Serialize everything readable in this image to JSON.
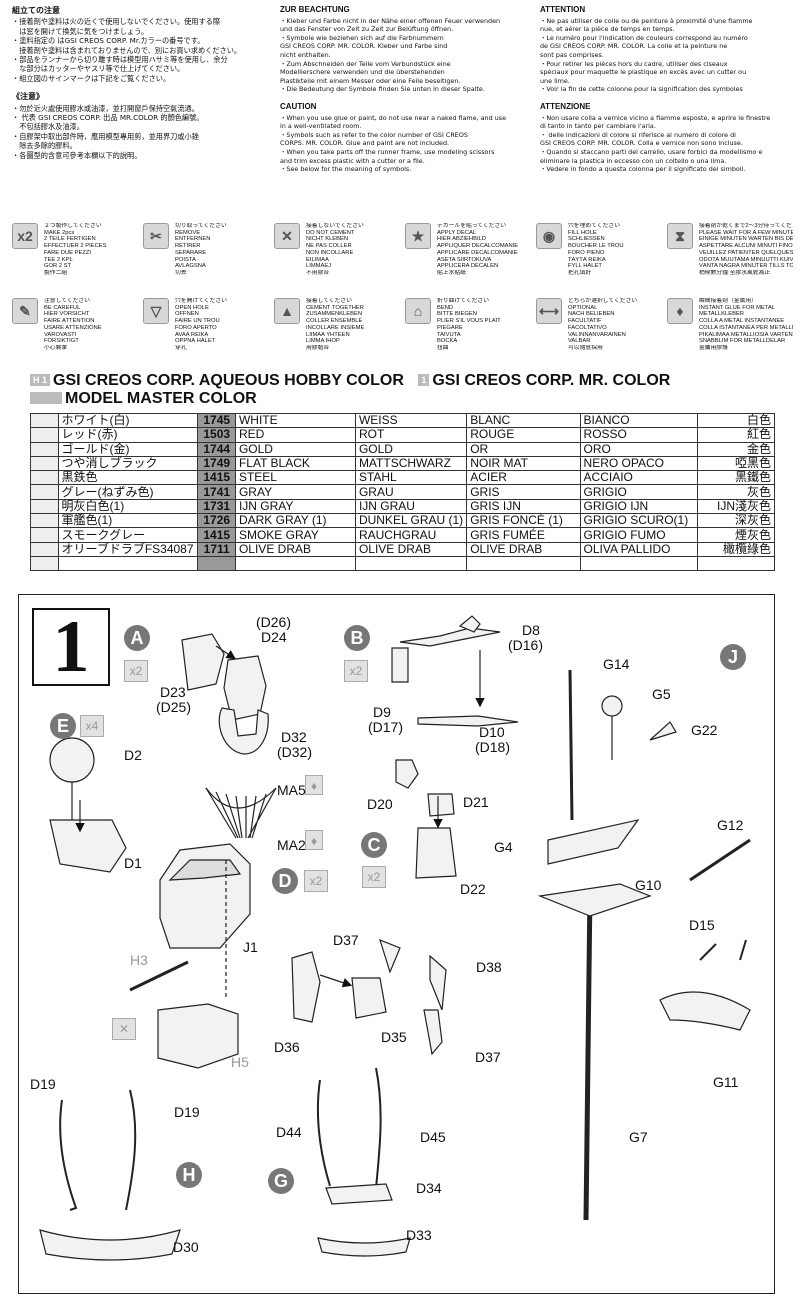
{
  "notes": {
    "japanese": {
      "title": "組立ての注意",
      "lines": [
        "・接着剤や塗料は火の近くで使用しないでください。使用する際",
        "　は窓を開けて換気に気をつけましょう。",
        "・塗料指定の  はGSI CREOS CORP. Mr.カラーの番号です。",
        "　接着剤や塗料は含まれておりませんので、別にお買い求めください。",
        "・部品をランナーから切り離す時は模型用ハサミ等を使用し、余分",
        "　な部分はカッターやヤスリ等で仕上げてください。",
        "・組立図のサインマークは下記をご覧ください。"
      ]
    },
    "chinese": {
      "title": "《注意》",
      "lines": [
        "・勿於近火處使用膠水或油漆，並打開窗戶保持空氣流通。",
        "・  代表 GSI CREOS CORP. 出品 MR.COLOR 的顏色編號。",
        "　不包括膠水及油漆。",
        "・自膠架中取出部件時，應用模型專用剪，並用界刀或小銼",
        "　除去多餘的膠料。",
        "・各圖型的含意可參考本欄以下的說明。"
      ]
    },
    "german": {
      "title": "ZUR BEACHTUNG",
      "lines": [
        "・Kleber und Farbe nicht in der Nähe einer offenen Feuer verwenden",
        "  und das Fenster von Zeit zu Zeit zur Belüftung öffnen.",
        "・Symbole wie  beziehen sich auf die Farbnummern",
        "  GSI CREOS CORP. MR. COLOR. Kleber und Farbe sind",
        "  nicht enthalten.",
        "・Zum Abschneiden der Teile vom Verbundstück eine",
        "  Modellierschere verwenden und die überstehenden",
        "  Plastikteile mit einem Messer oder eine Feile beseitigen.",
        "・Die Bedeutung der Symbole finden Sie unten in dieser Spalte."
      ]
    },
    "english": {
      "title": "CAUTION",
      "lines": [
        "・When you use glue or paint, do not use near a naked flame, and use",
        "  in a well-ventilated room.",
        "・Symbols such as  refer to the color number of GSI CREOS",
        "  CORPS. MR. COLOR. Glue and paint are not included.",
        "・When you take parts off the runner frame, use modeling scissors",
        "  and trim excess plastic with a cutter or a file.",
        "・See below for the meaning of symbols."
      ]
    },
    "french": {
      "title": "ATTENTION",
      "lines": [
        "・Ne pas utiliser de colle ou de peinture à proximité d'une flamme",
        "  nue, et aérer la pièce de temps en temps.",
        "・Le numéro  pour l'indication de couleurs correspond au numéro",
        "  de GSI CREOS CORP. MR. COLOR. La colle et la peinture ne",
        "  sont pas comprises.",
        "・Pour retirer les pièces hors du cadre, utiliser des ciseaux",
        "  spéciaux pour maquette le plastique en excès avec un cutter ou",
        "  une lime.",
        "・Voir la fin de cette colonne pour la signification des symboles"
      ]
    },
    "italian": {
      "title": "ATTENZIONE",
      "lines": [
        "・Non usare colla a vernice vicino a fiamme esposte, e aprire le finestre",
        "  di tanto in tanto per cambiare l'aria.",
        "・  delle indicazioni di colore si riferisce al numero di colore di",
        "  GSI CREOS CORP. MR. COLOR. Colla e vernice non sono incluse.",
        "・Quando si staccano parti del carrello, usare forbici da modellismo e",
        "  eliminare la plastica in eccesso con un coltello o una lima.",
        "・Vedere in fondo a questa colonna per il significato dei simboli."
      ]
    }
  },
  "symbols": [
    {
      "icon": "x2",
      "lines": [
        "２つ製作してください",
        "MAKE 2pcs",
        "2 TEILE FERTIGEN",
        "EFFECTUER 2 PIECES",
        "FARE DUE PEZZI",
        "TEE 2 KPL",
        "GÖR 2 ST",
        "製作二組"
      ]
    },
    {
      "icon": "✂",
      "lines": [
        "切り取ってください",
        "REMOVE",
        "ENTFERNEN",
        "RETIRER",
        "SEPARARE",
        "POISTA",
        "AVLÄGSNA",
        "切去"
      ]
    },
    {
      "icon": "✕",
      "lines": [
        "接着しないでください",
        "DO NOT CEMENT",
        "NICHT KLEBEN",
        "NE PAS COLLER",
        "NON INCOLLARE",
        "EILIMAA",
        "LIMMAEJ",
        "不用膠合"
      ]
    },
    {
      "icon": "★",
      "lines": [
        "デカールを貼ってください",
        "APPLY DECAL",
        "HIER ABZIEHBILD",
        "APPLIQUER DECALCOMANIE",
        "APPLICARE DECALCOMANIE",
        "ASETA SIIRTOKUVA",
        "APPLICERA DECALEN",
        "貼上水貼紙"
      ]
    },
    {
      "icon": "◉",
      "lines": [
        "穴を埋めてください",
        "FILL HOLE",
        "SCHLIESSEN",
        "BOUCHER LE TROU",
        "FORO PIENO",
        "TÄYTÄ REIKÄ",
        "FYLL HÅLET",
        "把孔填好"
      ]
    },
    {
      "icon": "⧗",
      "lines": [
        "接着剤が乾くまで2〜3分待ってください",
        "PLEASE WAIT FOR A FEW MINUTES UNTIL DRY",
        "EINIGE MINUTEN WARTEN BIS DER KLEBSTOFF GETROCKNET IST",
        "ASPETTARE ALCUNI MINUTI FINO A QUANDO LA COLLA SI E ASCIUGATA",
        "VEUILLEZ PATIENTER QUELQUES MINUTES QUE LA COLLE SECHE",
        "ODOTA MUUTAMA MINUUTTI KUIVUMISTA",
        "VÄNTA NÅGRA MINUTER TILLS TORR",
        "稍候數分鐘 至膠水風乾為止"
      ]
    },
    {
      "icon": "✎",
      "lines": [
        "注意してください",
        "BE CAREFUL",
        "HIER VORSICHT",
        "FAIRE ATTENTION",
        "USARE ATTENZIONE",
        "VAROVASTI",
        "FÖRSIKTIGT",
        "小心裝拿"
      ]
    },
    {
      "icon": "▽",
      "lines": [
        "穴を開けてください",
        "OPEN HOLE",
        "OFFNEN",
        "FAIRE UN TROU",
        "FORO APERTO",
        "AVAA REIKÄ",
        "ÖPPNA HÅLET",
        "穿孔"
      ]
    },
    {
      "icon": "▲",
      "lines": [
        "接着してください",
        "CEMENT TOGETHER",
        "ZUSAMMENKLEBEN",
        "COLLER ENSEMBLE",
        "INCOLLARE INSIEME",
        "LIIMAA YHTEEN",
        "LIMMA IHOP",
        "用膠黏合"
      ]
    },
    {
      "icon": "⌂",
      "lines": [
        "折り曲げてください",
        "BEND",
        "BITTE BIEGEN",
        "PLIER S'IL VOUS PLAIT",
        "PIEGARE",
        "TAIVUTA",
        "BÖCKA",
        "扭曲"
      ]
    },
    {
      "icon": "⟷",
      "lines": [
        "どちらか選択してください",
        "OPTIONAL",
        "NACH BELIEBEN",
        "FACULTATIF",
        "FACOLTATIVO",
        "VALINNANVARAINEN",
        "VALBAR",
        "可以隨意採用"
      ]
    },
    {
      "icon": "♦",
      "lines": [
        "瞬間接着剤（金属用）",
        "INSTANT GLUE FOR METAL",
        "METALLKLEBER",
        "COLLA A METAL INSTANTANEE",
        "COLLA ISTANTANEA PER METALLI",
        "PIKALIMAA METALLIOSIA VARTEN",
        "SNABBLIM FÖR METALLDELAR",
        "金屬用膠漿"
      ]
    }
  ],
  "color_header": {
    "h_tag": "H 1",
    "h_title": "GSI CREOS CORP. AQUEOUS HOBBY COLOR",
    "c_tag": "1",
    "c_title": "GSI CREOS CORP. MR. COLOR",
    "m_title": "MODEL MASTER COLOR"
  },
  "colors": [
    {
      "jp": "ホワイト(白)",
      "num": "1745",
      "en": "WHITE",
      "de": "WEISS",
      "fr": "BLANC",
      "it": "BIANCO",
      "ch": "白色"
    },
    {
      "jp": "レッド(赤)",
      "num": "1503",
      "en": "RED",
      "de": "ROT",
      "fr": "ROUGE",
      "it": "ROSSO",
      "ch": "紅色"
    },
    {
      "jp": "ゴールド(金)",
      "num": "1744",
      "en": "GOLD",
      "de": "GOLD",
      "fr": "OR",
      "it": "ORO",
      "ch": "金色"
    },
    {
      "jp": "つや消しブラック",
      "num": "1749",
      "en": "FLAT BLACK",
      "de": "MATTSCHWARZ",
      "fr": "NOIR MAT",
      "it": "NERO OPACO",
      "ch": "啞黑色"
    },
    {
      "jp": "黒鉄色",
      "num": "1415",
      "en": "STEEL",
      "de": "STAHL",
      "fr": "ACIER",
      "it": "ACCIAIO",
      "ch": "黑鐵色"
    },
    {
      "jp": "グレー(ねずみ色)",
      "num": "1741",
      "en": "GRAY",
      "de": "GRAU",
      "fr": "GRIS",
      "it": "GRIGIO",
      "ch": "灰色"
    },
    {
      "jp": "明灰白色(1)",
      "num": "1731",
      "en": "IJN GRAY",
      "de": "IJN GRAU",
      "fr": "GRIS IJN",
      "it": "GRIGIO IJN",
      "ch": "IJN淺灰色"
    },
    {
      "jp": "軍艦色(1)",
      "num": "1726",
      "en": "DARK GRAY (1)",
      "de": "DUNKEL GRAU (1)",
      "fr": "GRIS FONCÉ (1)",
      "it": "GRIGIO SCURO(1)",
      "ch": "深灰色"
    },
    {
      "jp": "スモークグレー",
      "num": "1415",
      "en": "SMOKE GRAY",
      "de": "RAUCHGRAU",
      "fr": "GRIS FUMÉE",
      "it": "GRIGIO FUMO",
      "ch": "煙灰色"
    },
    {
      "jp": "オリーブドラブFS34087",
      "num": "1711",
      "en": "OLIVE DRAB",
      "de": "OLIVE DRAB",
      "fr": "OLIVE DRAB",
      "it": "OLIVA PALLIDO",
      "ch": "橄欖綠色"
    }
  ],
  "step": {
    "number": "1"
  },
  "assembly_circles": [
    "A",
    "B",
    "C",
    "D",
    "E",
    "G",
    "H",
    "J"
  ],
  "multipliers": {
    "a": "x2",
    "b": "x2",
    "c": "x2",
    "d": "x2",
    "e": "x4"
  },
  "paint_refs": {
    "ma5": "MA5",
    "ma2": "MA2"
  },
  "part_labels": {
    "d26": "(D26)",
    "d24": "D24",
    "d23": "D23",
    "d25": "(D25)",
    "d32": "D32",
    "d32b": "(D32)",
    "d8": "D8",
    "d16": "(D16)",
    "d9": "D9",
    "d17": "(D17)",
    "d10": "D10",
    "d18": "(D18)",
    "g14": "G14",
    "g5": "G5",
    "g22": "G22",
    "d2": "D2",
    "d1": "D1",
    "d20": "D20",
    "d21": "D21",
    "d22": "D22",
    "g4": "G4",
    "g12": "G12",
    "g10": "G10",
    "j1": "J1",
    "h3": "H3",
    "h5": "H5",
    "d15": "D15",
    "d37": "D37",
    "d38": "D38",
    "d36": "D36",
    "d35": "D35",
    "d37b": "D37",
    "g11": "G11",
    "d19a": "D19",
    "d19b": "D19",
    "d44": "D44",
    "d45": "D45",
    "d34": "D34",
    "d30": "D30",
    "d33": "D33",
    "g7": "G7"
  }
}
